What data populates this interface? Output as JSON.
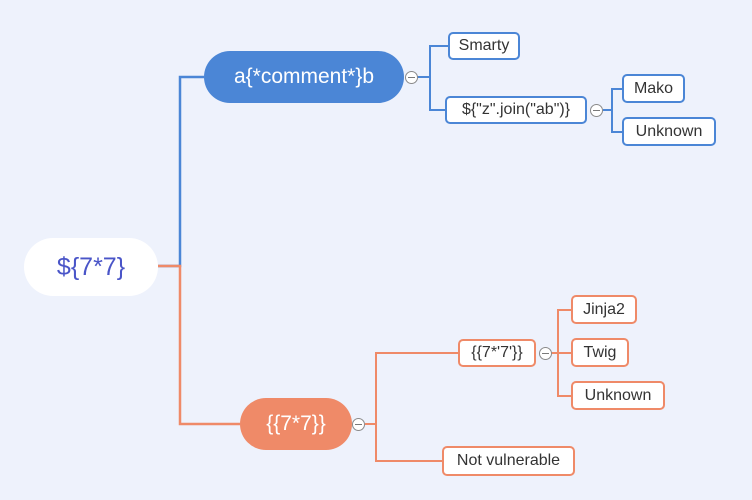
{
  "colors": {
    "background": "#eef2fc",
    "blue": "#4b86d6",
    "orange": "#ef8a68",
    "root_text": "#4a55c8"
  },
  "root": {
    "label": "${7*7}"
  },
  "branch_top": {
    "label": "a{*comment*}b",
    "children": {
      "smarty": "Smarty",
      "join": "${\"z\".join(\"ab\")}",
      "join_children": {
        "mako": "Mako",
        "unknown": "Unknown"
      }
    }
  },
  "branch_bottom": {
    "label": "{{7*7}}",
    "children": {
      "seven": "{{7*'7'}}",
      "seven_children": {
        "jinja2": "Jinja2",
        "twig": "Twig",
        "unknown": "Unknown"
      },
      "not_vulnerable": "Not vulnerable"
    }
  }
}
